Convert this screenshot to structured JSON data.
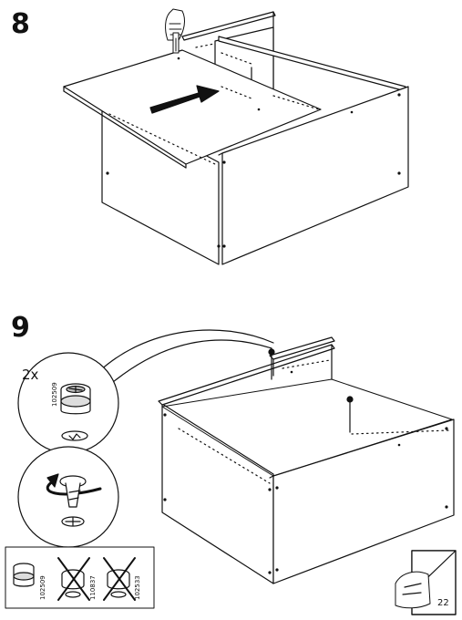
{
  "steps": [
    {
      "number": "8"
    },
    {
      "number": "9",
      "quantity": "2x",
      "part_code": "102509"
    }
  ],
  "legend": {
    "correct_part": "102509",
    "wrong_parts": [
      "110837",
      "102533"
    ]
  },
  "page_number": "22",
  "icons": [
    "hand-insert-icon",
    "rotate-arrow-icon",
    "cam-lock-icon",
    "page-turn-icon",
    "cross-out-icon"
  ]
}
